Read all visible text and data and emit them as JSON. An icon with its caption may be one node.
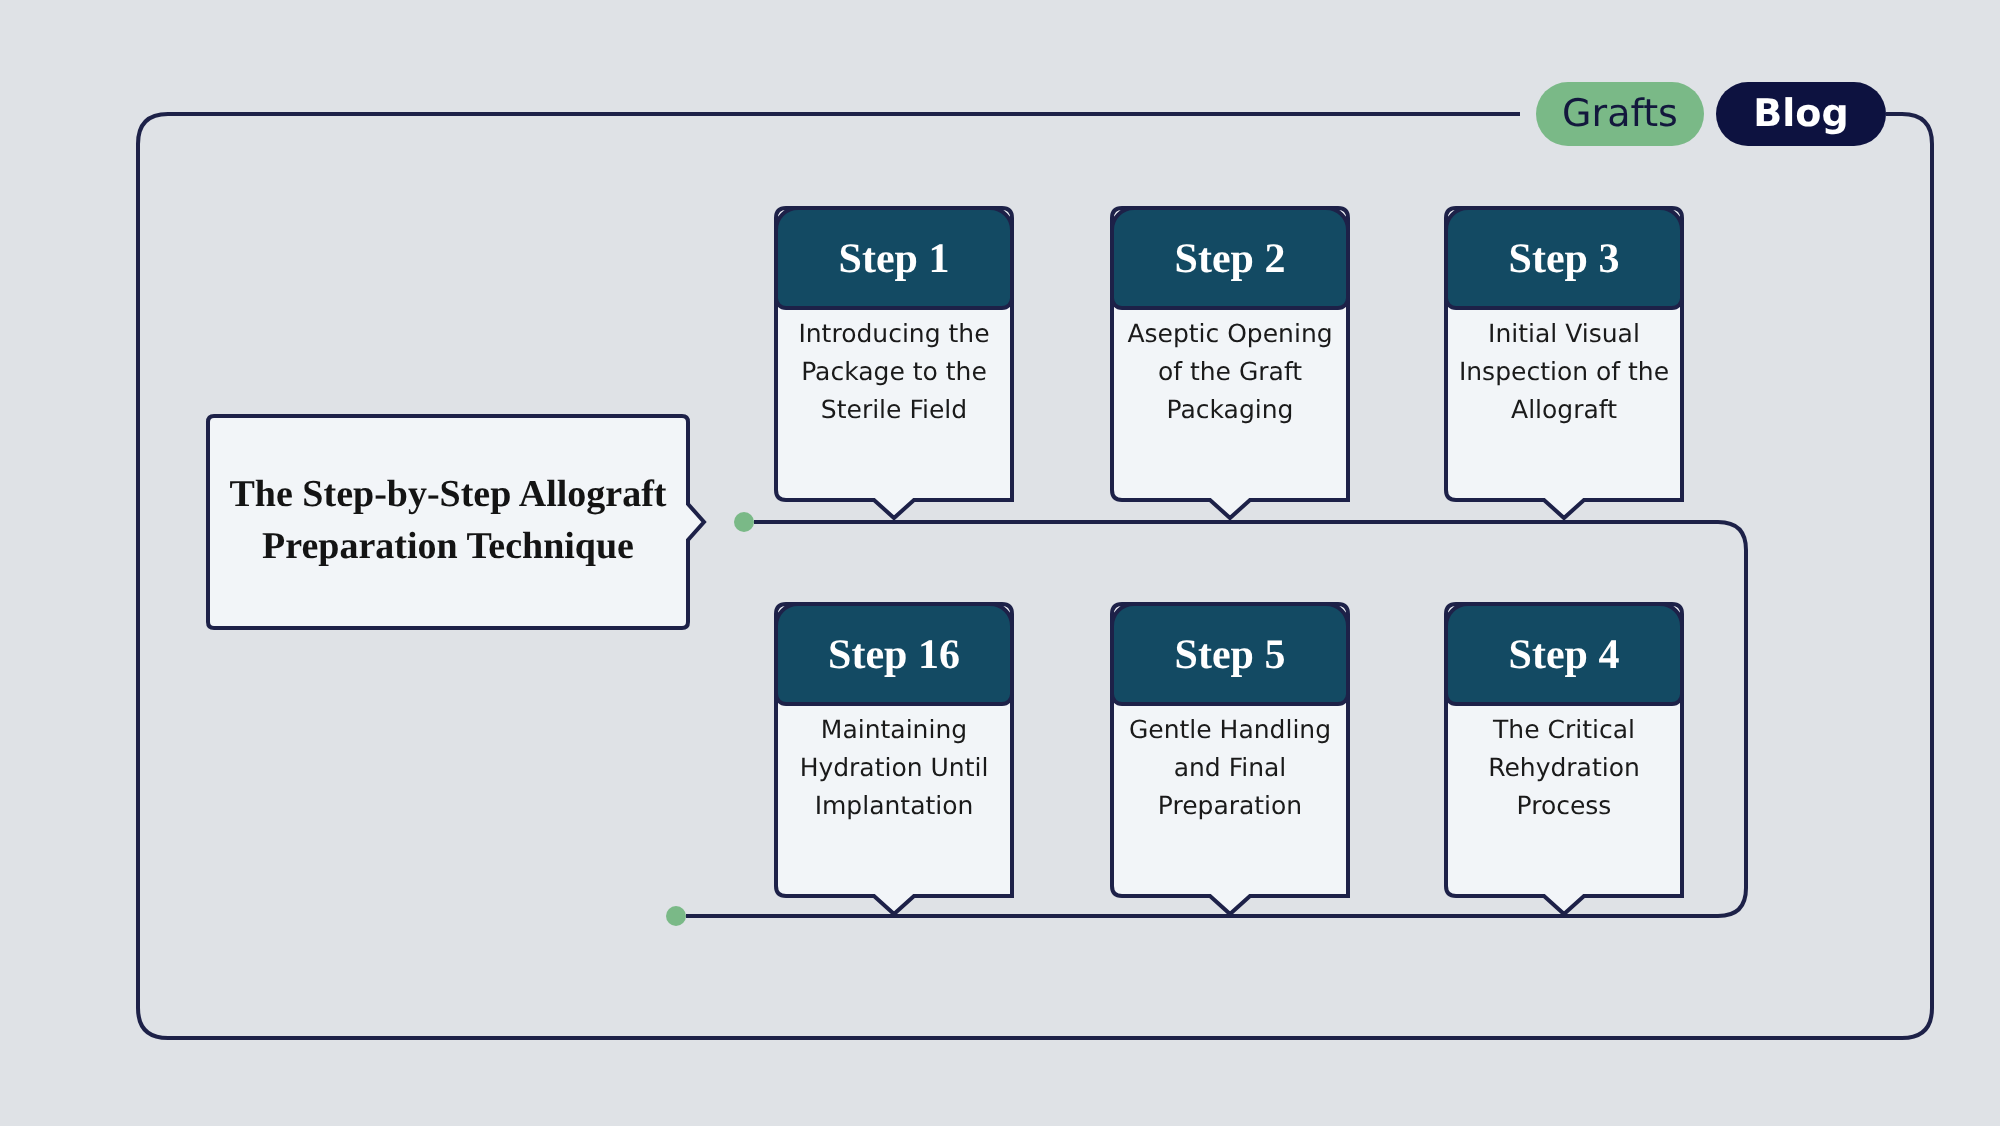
{
  "diagram": {
    "nodes": [
      {
        "text": [
          "The Step-by-Step Allograft Preparation Technique"
        ]
      },
      {
        "text": [
          "Step 1",
          "Introducing the Package to the Sterile Field"
        ]
      },
      {
        "text": [
          "Step 2",
          "Aseptic Opening of the Graft Packaging"
        ]
      },
      {
        "text": [
          "Step 3",
          "Initial Visual Inspection of the Allograft"
        ]
      },
      {
        "text": [
          "Step 16",
          "Maintaining Hydration Until Implantation"
        ]
      },
      {
        "text": [
          "Step 5",
          "Gentle Handling and Final Preparation"
        ]
      },
      {
        "text": [
          "Step 4",
          "The Critical Rehydration Process"
        ]
      },
      {
        "text": [],
        "shape": "circle"
      },
      {
        "text": [],
        "shape": "circle"
      }
    ],
    "edges": [
      {
        "from": 7,
        "to": 8,
        "arrow": "none"
      }
    ],
    "labels": [
      "Grafts",
      "Blog"
    ]
  }
}
